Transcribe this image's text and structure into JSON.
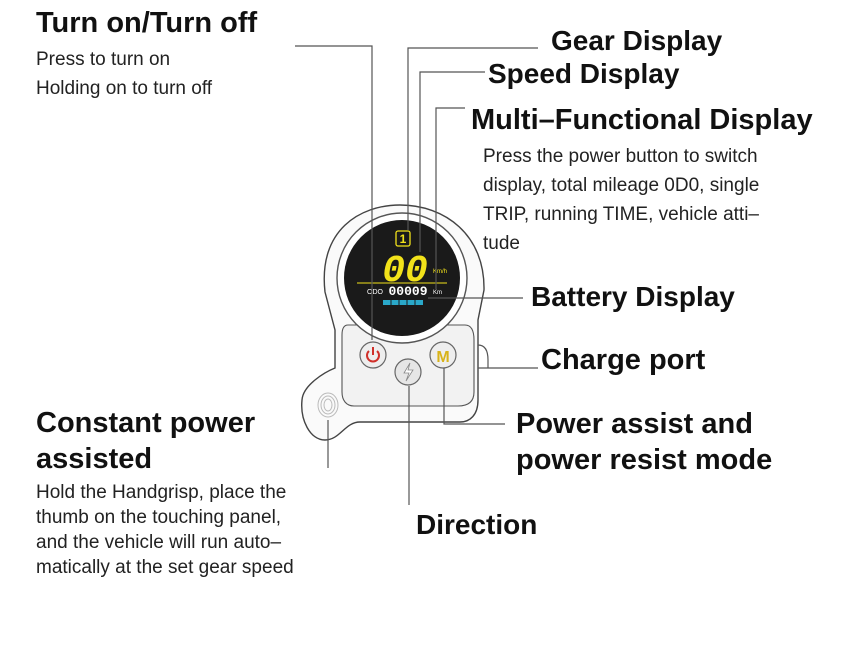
{
  "labels": {
    "power_title": "Turn on/Turn off",
    "power_desc_1": "Press to turn on",
    "power_desc_2": "Holding on to turn off",
    "gear_title": "Gear Display",
    "speed_title": "Speed Display",
    "multi_title": "Multi–Functional Display",
    "multi_desc_1": "Press the power button to switch",
    "multi_desc_2": "display, total mileage 0D0, single",
    "multi_desc_3": "TRIP, running TIME, vehicle atti–",
    "multi_desc_4": "tude",
    "battery_title": "Battery Display",
    "charge_title": "Charge port",
    "constant_title_1": "Constant power",
    "constant_title_2": "assisted",
    "constant_desc_1": "Hold the Handgrisp, place the",
    "constant_desc_2": "thumb on the touching panel,",
    "constant_desc_3": "and the vehicle will run auto–",
    "constant_desc_4": "matically at the set gear speed",
    "assist_title_1": "Power assist and",
    "assist_title_2": "power resist mode",
    "direction_title": "Direction"
  },
  "display": {
    "gear_value": "1",
    "speed_value": "00",
    "speed_unit": "Km/h",
    "odo_prefix": "ODO",
    "odo_value": "00009",
    "odo_unit": "Km"
  },
  "buttons": {
    "mode_label": "M"
  },
  "colors": {
    "lcd_yellow": "#f2e21a",
    "lcd_blue": "#2aa8c9",
    "power_red": "#d0302a",
    "mode_yellow": "#d8b31a",
    "screen_bg": "#1a1a1a"
  },
  "icons": [
    "power-icon",
    "lightning-icon",
    "fingerprint-icon"
  ]
}
